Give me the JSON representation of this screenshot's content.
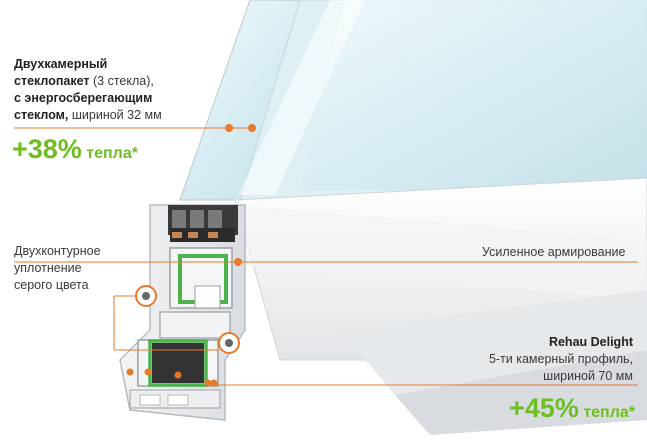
{
  "glass": {
    "line1_bold": "Двухкамерный",
    "line2_bold": "стеклопакет",
    "line2_rest": " (3 стекла),",
    "line3_bold": "с энергосберегающим",
    "line4_bold": "стеклом,",
    "line4_rest": " шириной 32 мм"
  },
  "promo_top": {
    "value": "+38%",
    "word": "тепла*"
  },
  "seal": {
    "line1": "Двухконтурное",
    "line2": "уплотнение",
    "line3": "серого цвета"
  },
  "reinforcement": {
    "text": "Усиленное армирование"
  },
  "profile": {
    "title": "Rehau Delight",
    "line1": "5-ти камерный профиль,",
    "line2": "шириной 70 мм"
  },
  "promo_bottom": {
    "value": "+45%",
    "word": "тепла*"
  },
  "colors": {
    "accent_orange": "#e8792b",
    "promo_green": "#6cbf1f",
    "reinforcement_green": "#4db34d",
    "glass_tint": "#cfe8ef"
  }
}
